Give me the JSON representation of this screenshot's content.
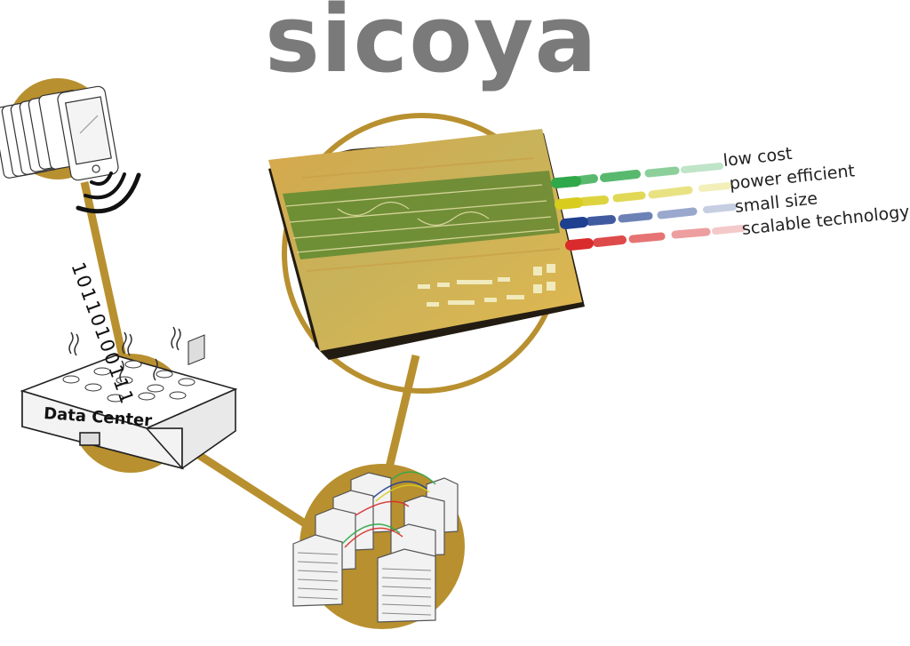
{
  "brand": {
    "name": "sicoya",
    "color": "#7a7a7a"
  },
  "colors": {
    "gold": "#b8902f",
    "green": "#2fa84a",
    "yellow": "#d8cc1e",
    "blue": "#1f3f8f",
    "red": "#d92b2b"
  },
  "features": [
    {
      "label": "low cost",
      "color": "#2fa84a"
    },
    {
      "label": "power efficient",
      "color": "#d8cc1e"
    },
    {
      "label": "small size",
      "color": "#1f3f8f"
    },
    {
      "label": "scalable technology",
      "color": "#d92b2b"
    }
  ],
  "data_center": {
    "label": "Data Center"
  },
  "binary": {
    "text": "10110100111"
  },
  "icons": [
    "smartphone-stack-icon",
    "wireless-signal-icon",
    "data-center-icon",
    "heat-vapor-icon",
    "photonic-chip-icon",
    "server-racks-icon"
  ]
}
